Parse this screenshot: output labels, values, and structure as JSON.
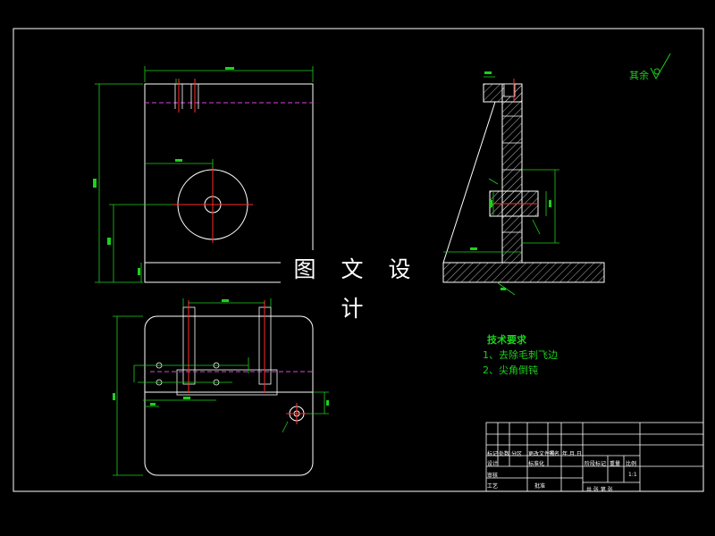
{
  "watermark": {
    "text": "图 文 设 计"
  },
  "surface_finish": {
    "label": "其余"
  },
  "technical_requirements": {
    "title": "技术要求",
    "items": [
      "1、去除毛刺飞边",
      "2、尖角倒钝"
    ]
  },
  "title_block": {
    "cells": [
      "标记",
      "处数",
      "分区",
      "更改文件号",
      "签名",
      "年.月.日",
      "设计",
      "标准化",
      "审核",
      "工艺",
      "批准",
      "阶段标记",
      "重量",
      "比例",
      "共 张 第 张",
      "1:1"
    ]
  },
  "colors": {
    "background": "#000000",
    "outline": "#ffffff",
    "dimension": "#1ed01e",
    "centerline": "#ff2a2a",
    "hidden_line": "#e040e0",
    "border": "#ffffff"
  }
}
